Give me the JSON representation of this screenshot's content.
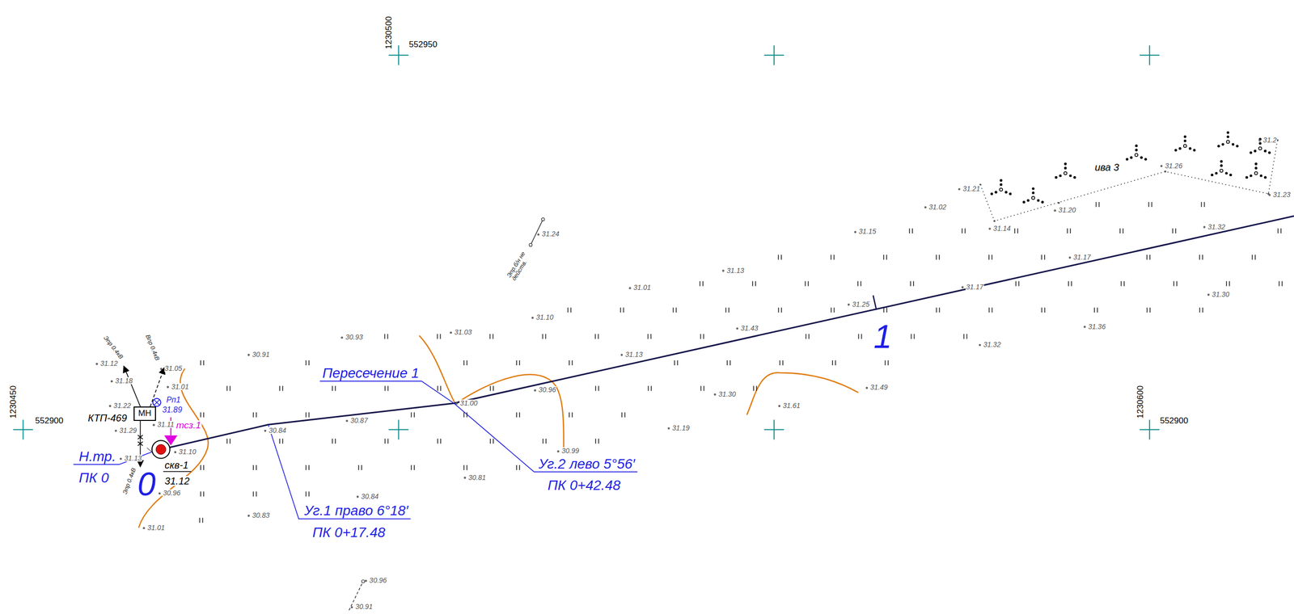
{
  "diagram": {
    "nodes": [
      {
        "text": [
          "МН"
        ]
      }
    ],
    "labels": [
      "1230500",
      "552950",
      "1230450",
      "552900",
      "1230600",
      "552900",
      "31.24",
      "Эпр.б/н не действ.",
      "31.01",
      "31.13",
      "31.15",
      "31.02",
      "31.21",
      "31.14",
      "31.20",
      "31.26",
      "31.23",
      "31.2",
      "31.32",
      "31.17",
      "31.17",
      "31.30",
      "31.36",
      "31.32",
      "31.25",
      "31.43",
      "31.13",
      "31.10",
      "31.03",
      "30.93",
      "30.91",
      "31.49",
      "31.30",
      "31.61",
      "31.19",
      "30.96",
      "31.00",
      "30.87",
      "30.84",
      "30.99",
      "30.81",
      "30.84",
      "30.83",
      "31.01",
      "30.96",
      "30.91",
      "31.12",
      "31.18",
      "31.05",
      "31.01",
      "31.22",
      "31.29",
      "31.11",
      "31.10",
      "31.13",
      "30.96",
      "Рп1",
      "31.89",
      "тсз.1",
      "КТП-469",
      "скв-1",
      "31.12",
      "Н.тр.",
      "ПК 0",
      "0",
      "1",
      "Пересечение 1",
      "Уг.1 право 6°18′",
      "ПК 0+17.48",
      "Уг.2 лево 5°56′",
      "ПК 0+42.48",
      "ива 3",
      "Эпр 0.4кВ",
      "Впр 0.4кВ",
      "Эпр 0.4кВ"
    ]
  }
}
